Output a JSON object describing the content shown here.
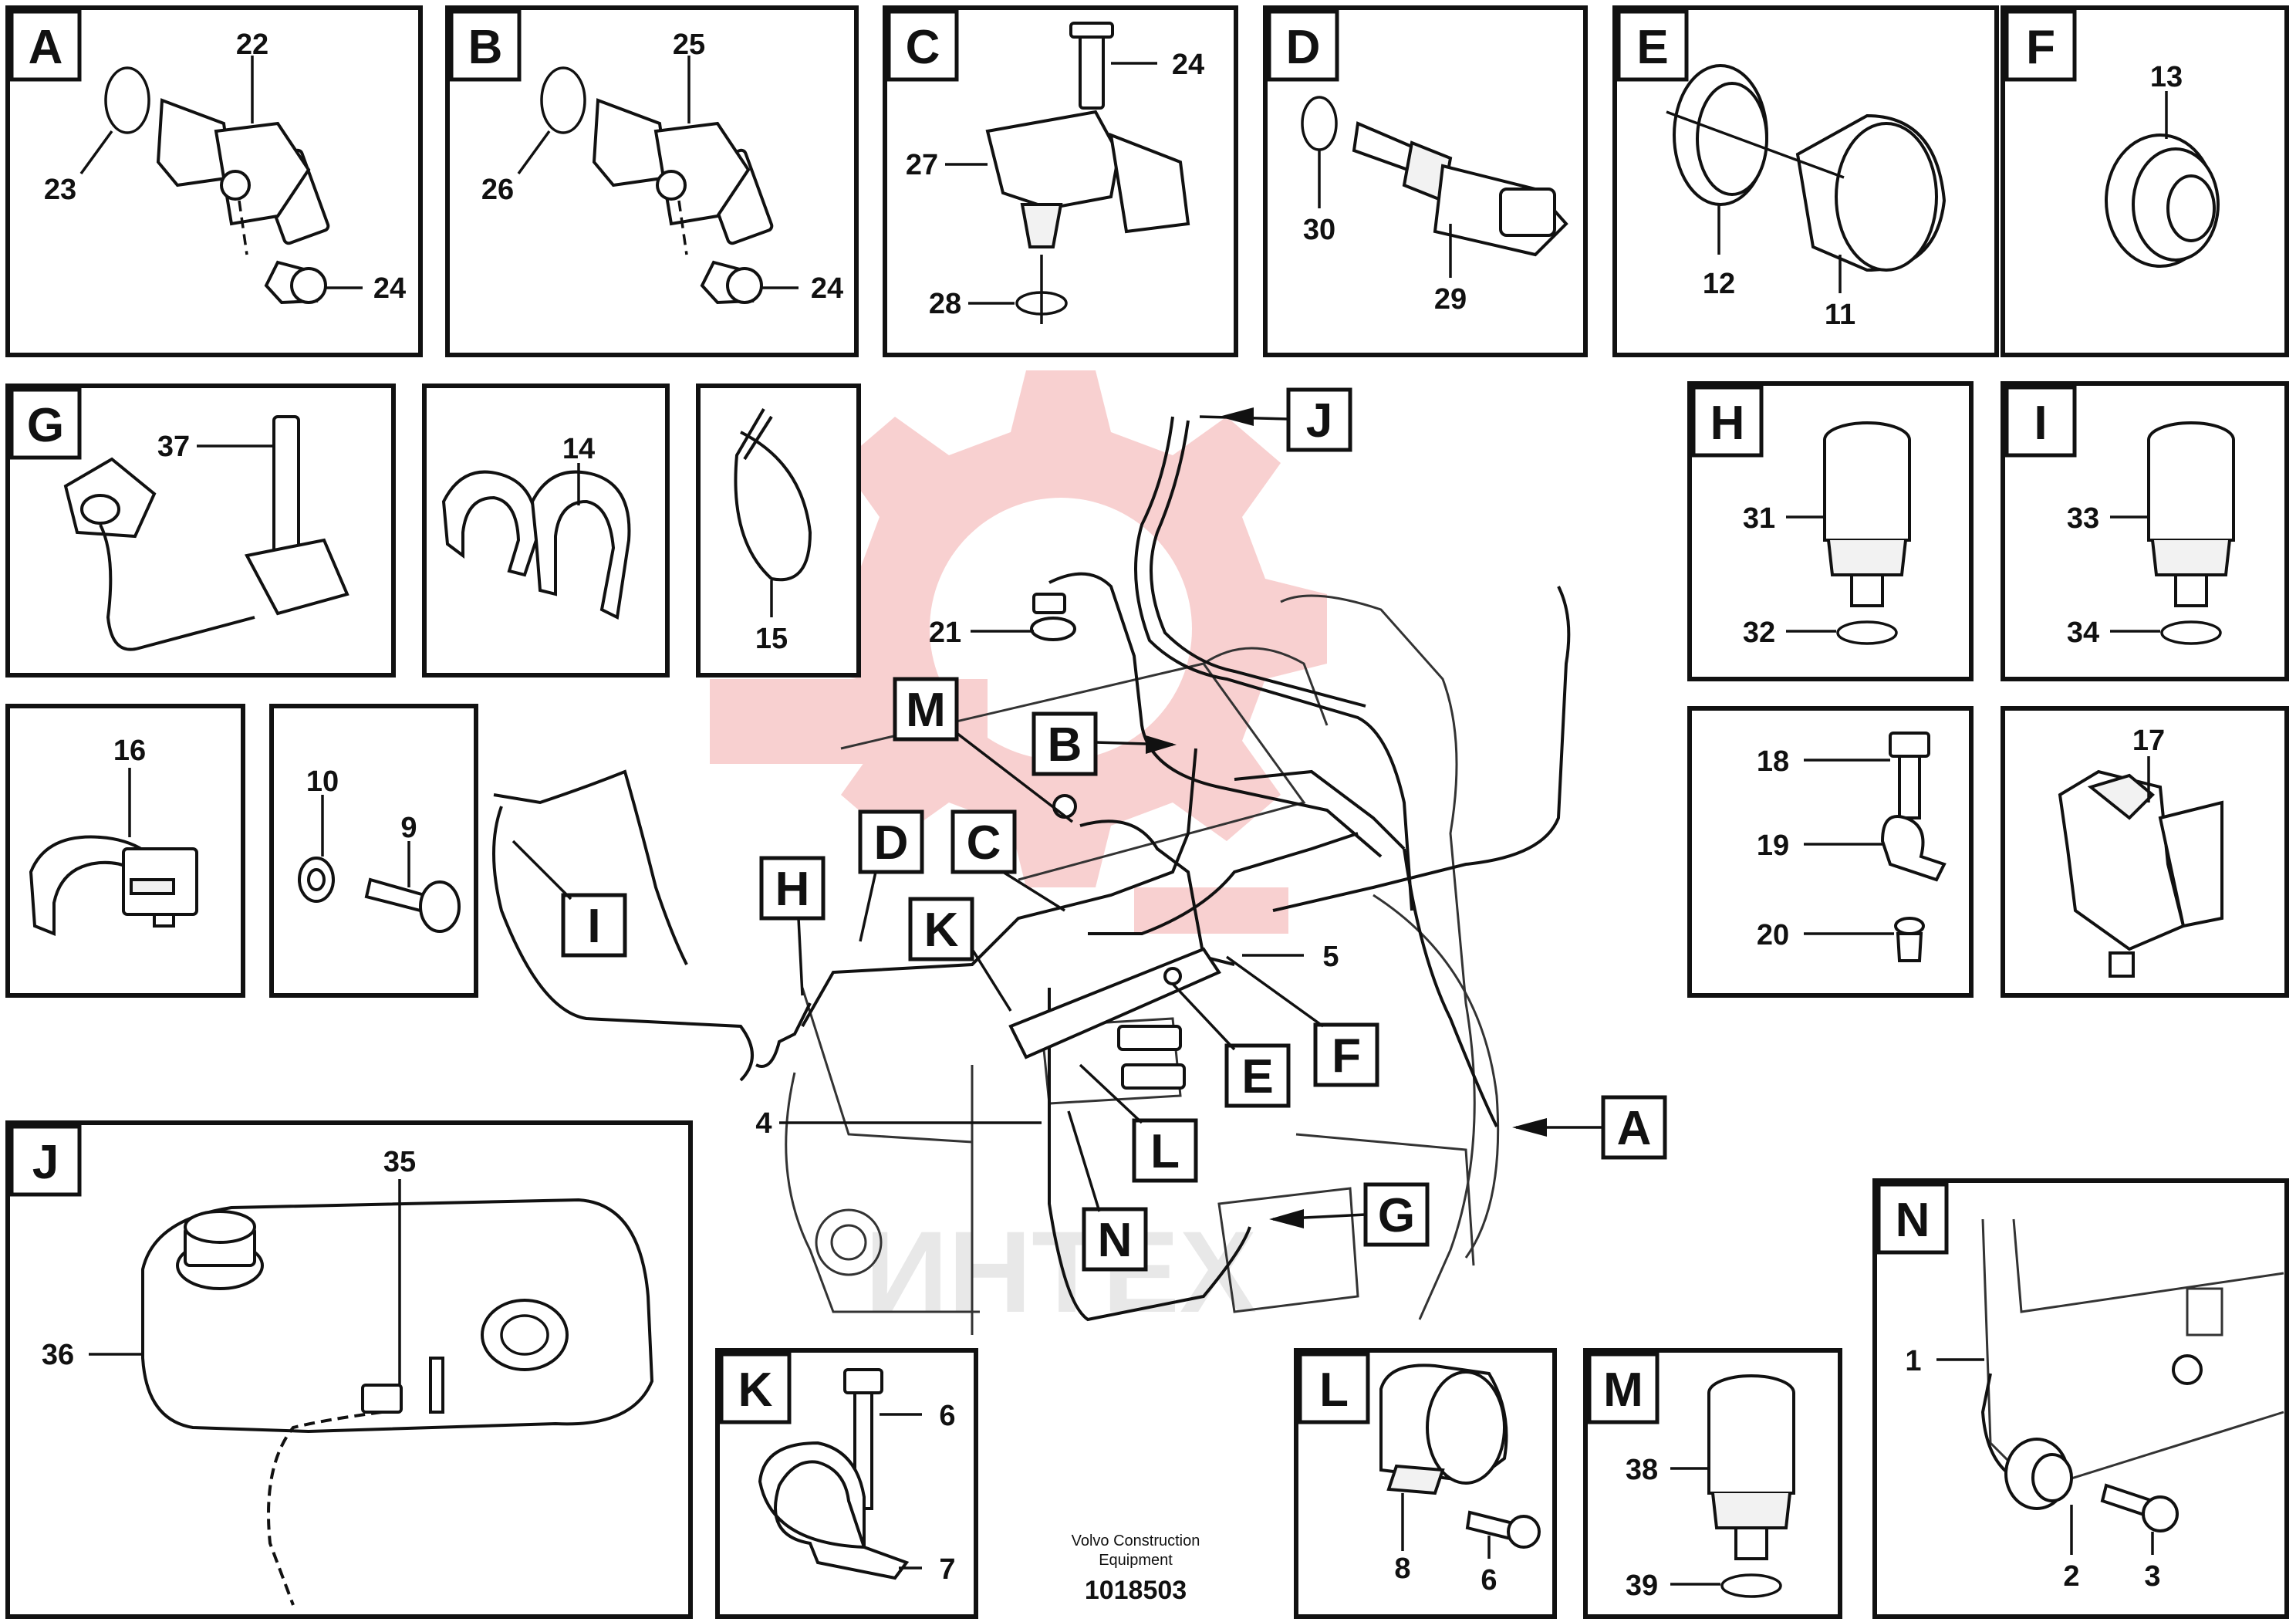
{
  "panels": {
    "A": {
      "tag": "A",
      "labels": [
        "22",
        "23",
        "24"
      ]
    },
    "B": {
      "tag": "B",
      "labels": [
        "25",
        "26",
        "24"
      ]
    },
    "C": {
      "tag": "C",
      "labels": [
        "24",
        "27",
        "28"
      ]
    },
    "D": {
      "tag": "D",
      "labels": [
        "30",
        "29"
      ]
    },
    "E": {
      "tag": "E",
      "labels": [
        "12",
        "11"
      ]
    },
    "F": {
      "tag": "F",
      "labels": [
        "13"
      ]
    },
    "G": {
      "tag": "G",
      "labels": [
        "37"
      ]
    },
    "P14": {
      "tag": "",
      "labels": [
        "14"
      ]
    },
    "P15": {
      "tag": "",
      "labels": [
        "15"
      ]
    },
    "H": {
      "tag": "H",
      "labels": [
        "31",
        "32"
      ]
    },
    "I": {
      "tag": "I",
      "labels": [
        "33",
        "34"
      ]
    },
    "P16": {
      "tag": "",
      "labels": [
        "16"
      ]
    },
    "P910": {
      "tag": "",
      "labels": [
        "10",
        "9"
      ]
    },
    "P1819": {
      "tag": "",
      "labels": [
        "18",
        "19",
        "20"
      ]
    },
    "P17": {
      "tag": "",
      "labels": [
        "17"
      ]
    },
    "J": {
      "tag": "J",
      "labels": [
        "35",
        "36"
      ]
    },
    "K": {
      "tag": "K",
      "labels": [
        "6",
        "7"
      ]
    },
    "L": {
      "tag": "L",
      "labels": [
        "8",
        "6"
      ]
    },
    "M": {
      "tag": "M",
      "labels": [
        "38",
        "39"
      ]
    },
    "N": {
      "tag": "N",
      "labels": [
        "1",
        "2",
        "3"
      ]
    }
  },
  "main": {
    "callouts": [
      "J",
      "M",
      "B",
      "D",
      "C",
      "H",
      "K",
      "I",
      "E",
      "F",
      "L",
      "N",
      "G",
      "A"
    ],
    "labels": [
      "21",
      "5",
      "4"
    ]
  },
  "footer": {
    "publisher_line1": "Volvo Construction",
    "publisher_line2": "Equipment",
    "drawing_number": "1018503"
  },
  "watermark": {
    "text": "ИНТЕХ",
    "color": "#f7c8c8"
  }
}
